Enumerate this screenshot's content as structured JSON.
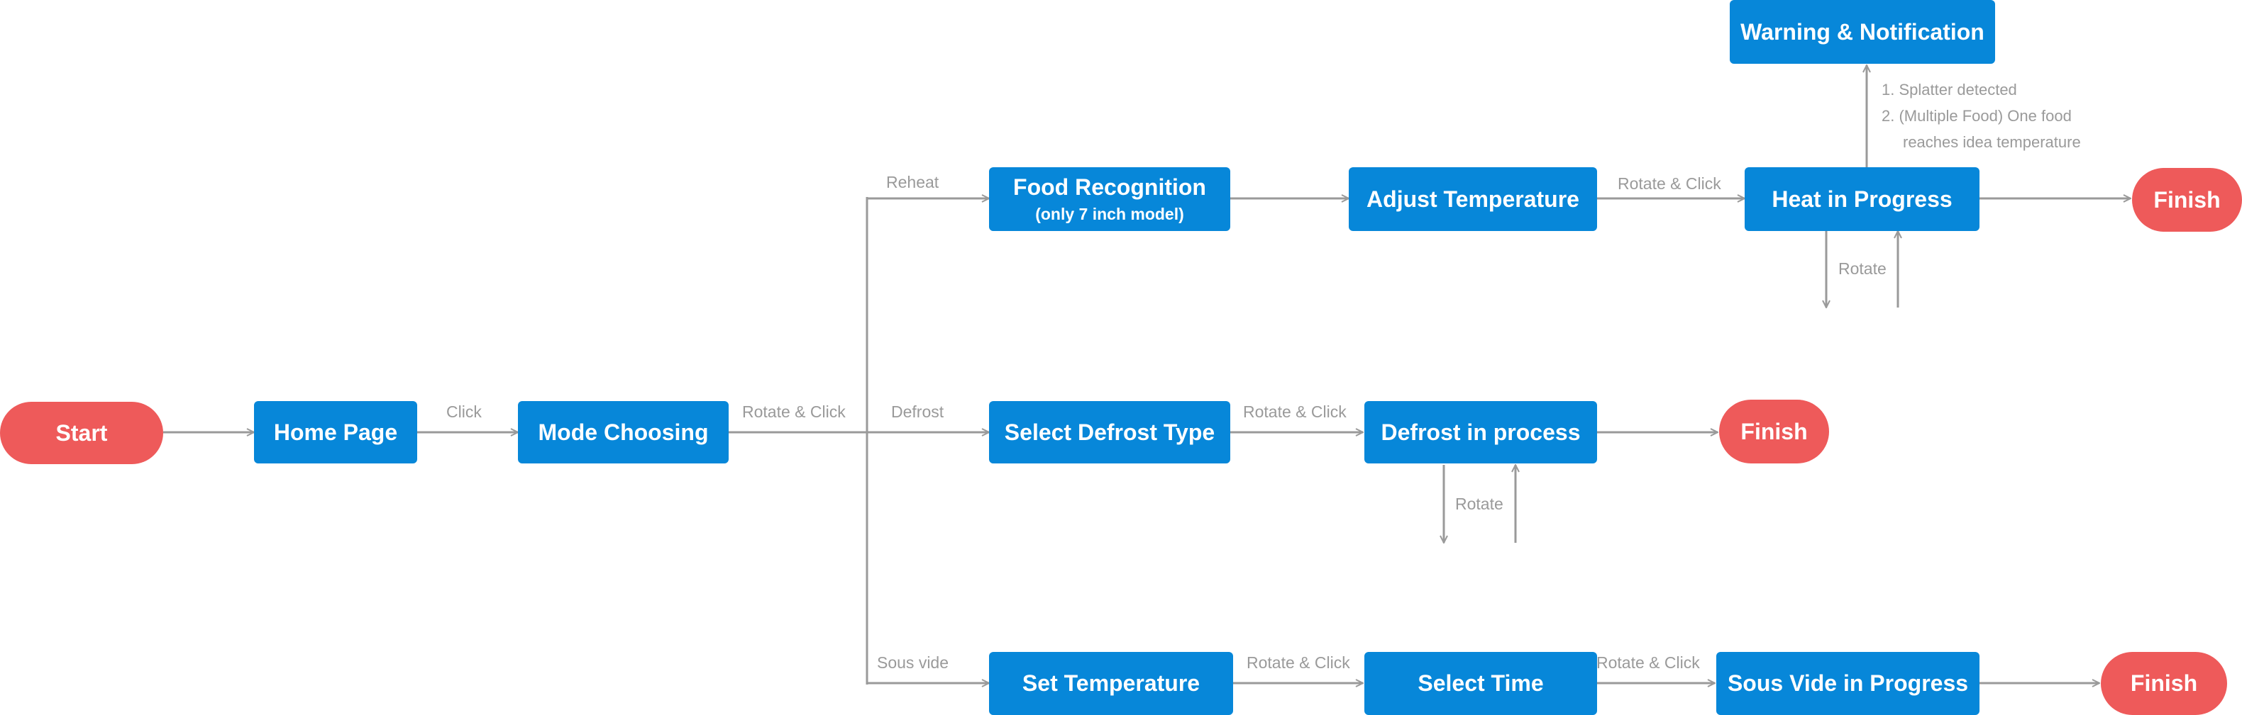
{
  "nodes": {
    "start": "Start",
    "home_page": "Home Page",
    "mode_choosing": "Mode Choosing",
    "food_recognition": "Food Recognition",
    "food_recognition_note": "(only 7 inch model)",
    "adjust_temperature": "Adjust Temperature",
    "heat_in_progress": "Heat in Progress",
    "warning_notification": "Warning & Notification",
    "finish_reheat": "Finish",
    "select_defrost_type": "Select Defrost Type",
    "defrost_in_process": "Defrost in process",
    "finish_defrost": "Finish",
    "set_temperature": "Set Temperature",
    "select_time": "Select Time",
    "sous_vide_in_progress": "Sous Vide in Progress",
    "finish_sous_vide": "Finish"
  },
  "edge_labels": {
    "click": "Click",
    "rotate_click_mode": "Rotate & Click",
    "reheat": "Reheat",
    "defrost": "Defrost",
    "sous_vide": "Sous vide",
    "rotate_click_reheat": "Rotate & Click",
    "rotate_heat": "Rotate",
    "rotate_click_defrost": "Rotate & Click",
    "rotate_defrost": "Rotate",
    "rotate_click_sv1": "Rotate & Click",
    "rotate_click_sv2": "Rotate & Click"
  },
  "warning_notes": [
    "1. Splatter detected",
    "2. (Multiple Food) One food",
    "reaches idea temperature"
  ],
  "colors": {
    "process_node": "#0787d9",
    "terminal_node": "#ee5a5a",
    "connector": "#9a9a9a",
    "label": "#9a9a9a"
  }
}
